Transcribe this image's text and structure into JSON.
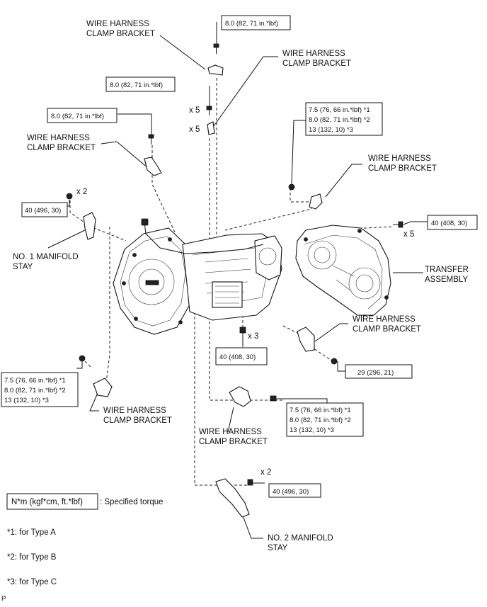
{
  "labels": {
    "whcb_top_left": [
      "WIRE HARNESS",
      "CLAMP BRACKET"
    ],
    "whcb_top_mid": [
      "WIRE HARNESS",
      "CLAMP BRACKET"
    ],
    "whcb_left": [
      "WIRE HARNESS",
      "CLAMP BRACKET"
    ],
    "whcb_right_upper": [
      "WIRE HARNESS",
      "CLAMP BRACKET"
    ],
    "whcb_right_lower": [
      "WIRE HARNESS",
      "CLAMP BRACKET"
    ],
    "whcb_bottom_left": [
      "WIRE HARNESS",
      "CLAMP BRACKET"
    ],
    "whcb_bottom_mid": [
      "WIRE HARNESS",
      "CLAMP BRACKET"
    ],
    "manifold_stay_1": [
      "NO. 1 MANIFOLD",
      "STAY"
    ],
    "manifold_stay_2": [
      "NO. 2 MANIFOLD",
      "STAY"
    ],
    "transfer": [
      "TRANSFER",
      "ASSEMBLY"
    ]
  },
  "torques": {
    "t_top": "8.0 (82, 71 in.*lbf)",
    "t_upper_mid": "8.0 (82, 71 in.*lbf)",
    "t_left_upper": "8.0 (82, 71 in.*lbf)",
    "t_right_multi": [
      "7.5 (76, 66 in.*lbf) *1",
      "8.0 (82, 71 in.*lbf) *2",
      "13 (132, 10) *3"
    ],
    "t_stay1": "40 (496, 30)",
    "t_transfer": "40 (408, 30)",
    "t_center": "40 (408, 30)",
    "t_right_lower": "29 (296, 21)",
    "t_left_multi": [
      "7.5 (76, 66 in.*lbf) *1",
      "8.0 (82, 71 in.*lbf) *2",
      "13 (132, 10) *3"
    ],
    "t_mid_multi": [
      "7.5 (76, 66 in.*lbf) *1",
      "8.0 (82, 71 in.*lbf) *2",
      "13 (132, 10) *3"
    ],
    "t_stay2": "40 (496, 30)"
  },
  "quantities": {
    "q_top1": "x 5",
    "q_top2": "x 5",
    "q_stay1": "x 2",
    "q_transfer": "x 5",
    "q_center": "x 3",
    "q_stay2": "x 2"
  },
  "legend": {
    "unit": "N*m (kgf*cm, ft.*lbf)",
    "desc": ": Specified torque",
    "notes": [
      "*1: for Type A",
      "*2: for Type B",
      "*3: for Type C"
    ]
  },
  "corner_mark": "P"
}
